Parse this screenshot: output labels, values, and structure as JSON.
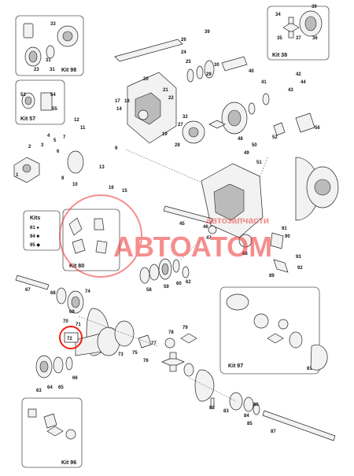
{
  "watermark": {
    "line1": "автозапчасти",
    "line2": "АВТОАТОМ",
    "color": "#ee3333"
  },
  "kits": [
    {
      "label": "Kit",
      "number": "98"
    },
    {
      "label": "Kit",
      "number": "38"
    },
    {
      "label": "Kit",
      "number": "57"
    },
    {
      "label": "Kit",
      "number": "80"
    },
    {
      "label": "Kit",
      "number": "97"
    },
    {
      "label": "Kit",
      "number": "96"
    }
  ],
  "kits_legend": {
    "title": "Kits",
    "rows": [
      {
        "number": "61",
        "symbol": "●"
      },
      {
        "number": "94",
        "symbol": "■"
      },
      {
        "number": "95",
        "symbol": "◆"
      }
    ]
  },
  "highlighted_part": "72",
  "labels": [
    "33",
    "23",
    "31",
    "31",
    "34",
    "35",
    "36",
    "37",
    "39",
    "1",
    "2",
    "3",
    "4",
    "5",
    "6",
    "7",
    "8",
    "9",
    "10",
    "11",
    "12",
    "13",
    "14",
    "15",
    "16",
    "17",
    "18",
    "19",
    "20",
    "21",
    "22",
    "24",
    "25",
    "26",
    "27",
    "28",
    "29",
    "30",
    "32",
    "39",
    "40",
    "41",
    "42",
    "43",
    "44",
    "45",
    "46",
    "47",
    "48",
    "49",
    "50",
    "51",
    "52",
    "53",
    "54",
    "55",
    "56",
    "58",
    "59",
    "60",
    "62",
    "63",
    "64",
    "65",
    "66",
    "67",
    "68",
    "69",
    "70",
    "71",
    "73",
    "74",
    "75",
    "76",
    "77",
    "78",
    "79",
    "81",
    "82",
    "83",
    "84",
    "85",
    "86",
    "87",
    "88",
    "89",
    "90",
    "91",
    "92",
    "93"
  ]
}
